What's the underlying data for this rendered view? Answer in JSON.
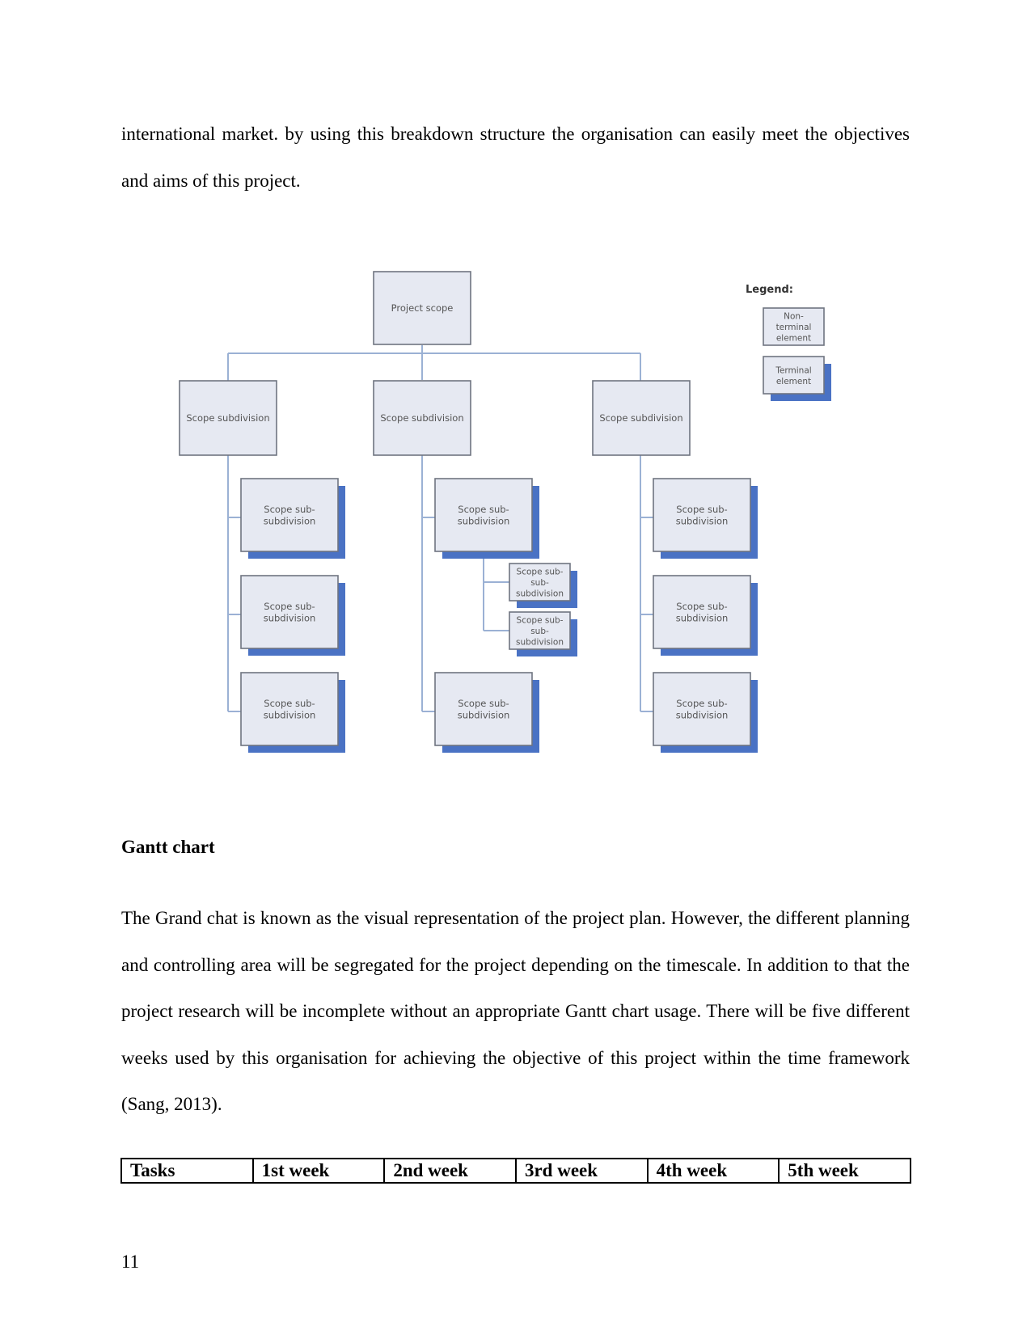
{
  "paragraphs": {
    "intro": "international market. by using this breakdown structure the organisation can easily meet the objectives and aims of this project.",
    "gantt": "The Grand chat is known as the visual representation of the project plan. However, the different planning and controlling area will be segregated for the project depending on the timescale. In addition to that the project research will be incomplete without an appropriate Gantt chart usage. There will be five different weeks used by this organisation for achieving the objective of this project within the time framework (Sang, 2013)."
  },
  "heading": "Gantt chart",
  "diagram": {
    "root": "Project scope",
    "subdivision": "Scope subdivision",
    "sub_sub": [
      "Scope sub-",
      "subdivision"
    ],
    "sub_sub_sub": [
      "Scope sub-",
      "sub-",
      "subdivision"
    ],
    "legend": {
      "title": "Legend:",
      "non_terminal": [
        "Non-",
        "terminal",
        "element"
      ],
      "terminal": [
        "Terminal",
        "element"
      ]
    },
    "colors": {
      "box_fill": "#e6e9f2",
      "shadow": "#4a72c4",
      "connector": "#9bb1d4"
    }
  },
  "gantt_table": {
    "headers": [
      "Tasks",
      "1st week",
      "2nd week",
      "3rd week",
      "4th week",
      "5th week"
    ]
  },
  "page_number": "11"
}
